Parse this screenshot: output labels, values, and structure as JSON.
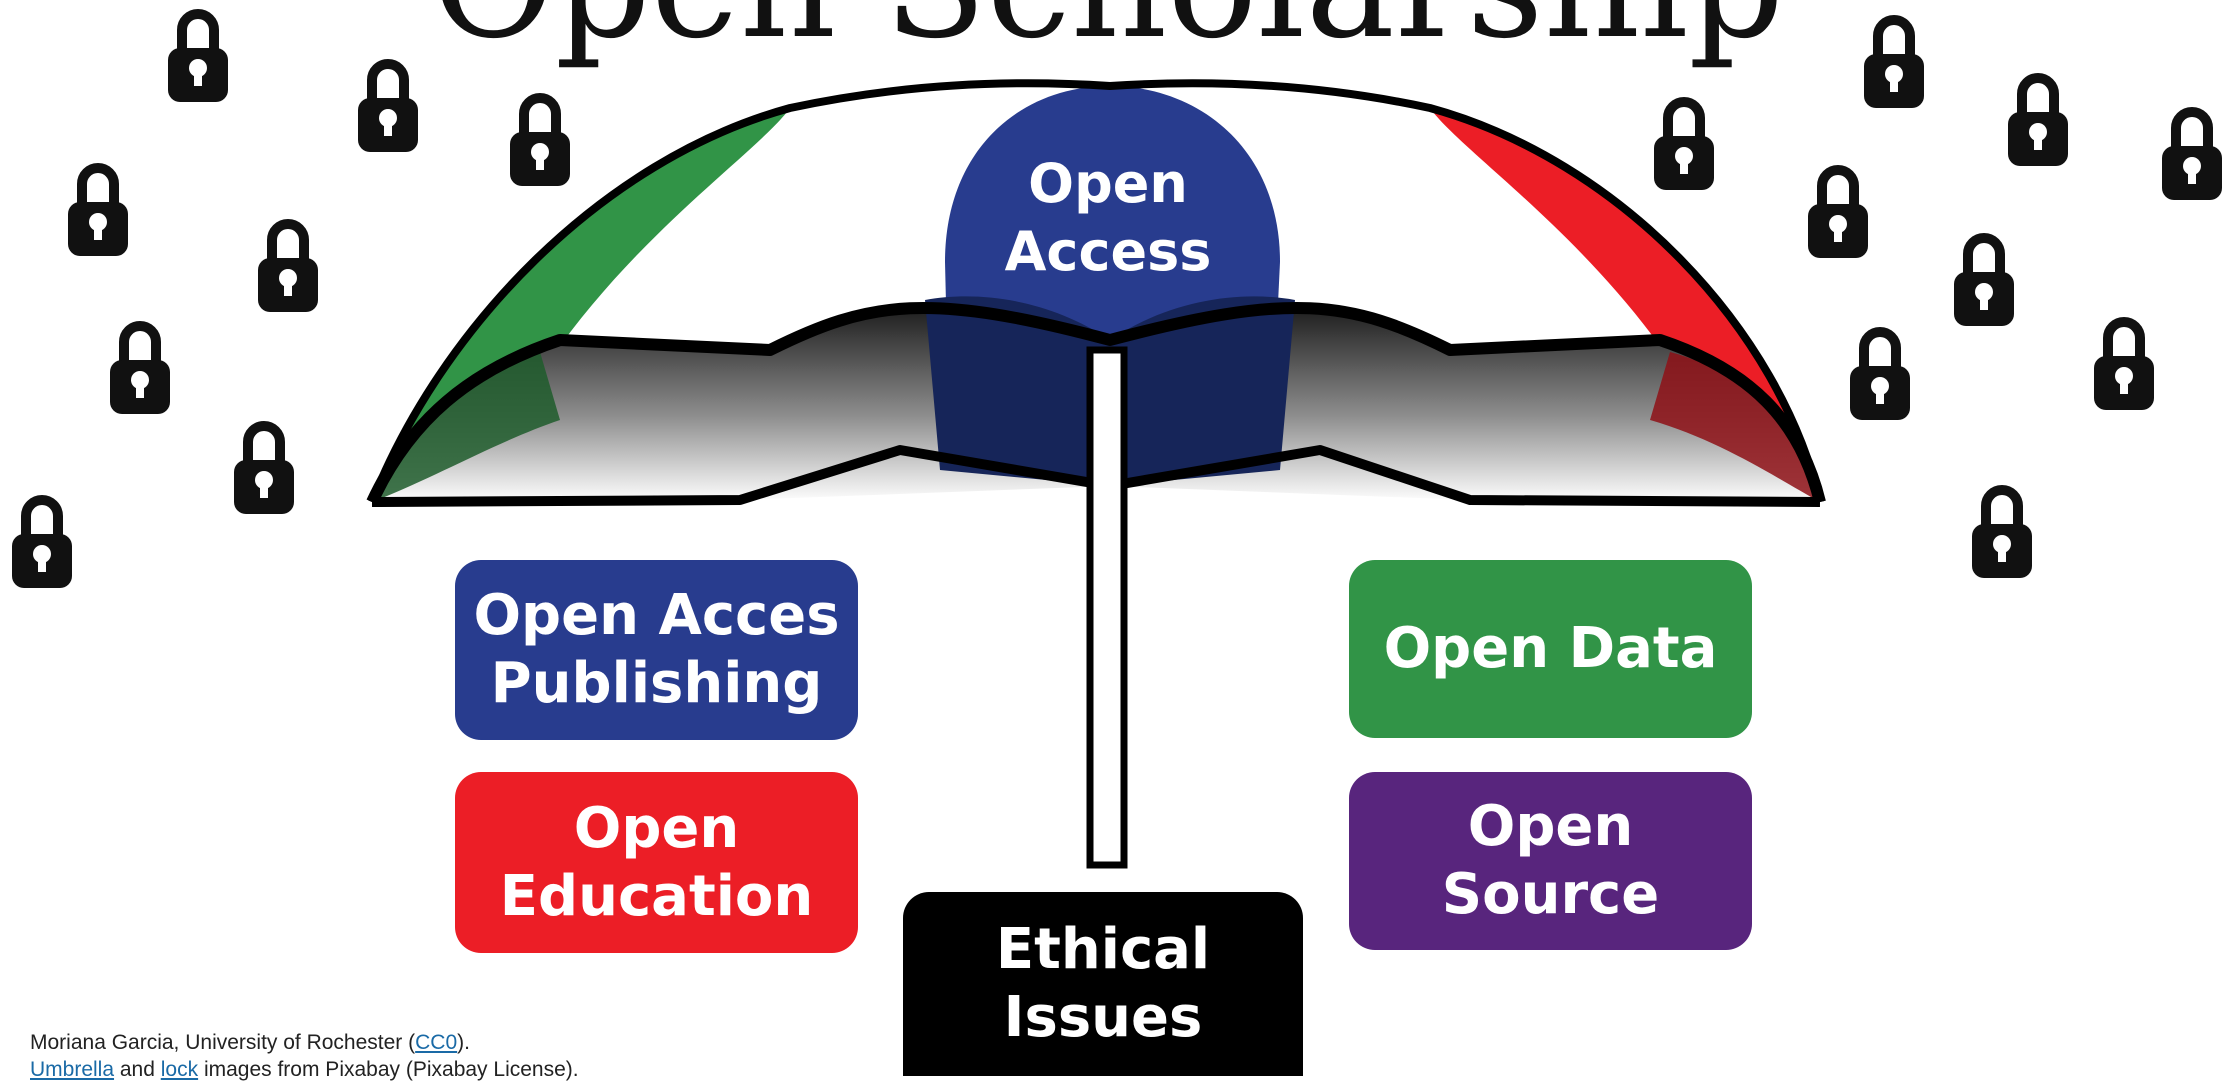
{
  "title": "Open Scholarship",
  "umbrella_center_label": [
    "Open",
    "Access"
  ],
  "boxes": {
    "oa_publishing": {
      "line1": "Open Acces",
      "line2": "Publishing",
      "color": "#283c8e"
    },
    "open_data": {
      "line1": "Open Data",
      "color": "#319447"
    },
    "open_education": {
      "line1": "Open",
      "line2": "Education",
      "color": "#ec1e26"
    },
    "open_source": {
      "line1": "Open",
      "line2": "Source",
      "color": "#58257d"
    },
    "ethical": {
      "line1": "Ethical",
      "line2": "Issues",
      "color": "#000000"
    }
  },
  "credits": {
    "line1_prefix": "Moriana Garcia, University of Rochester (",
    "line1_link": "CC0",
    "line1_suffix": ").",
    "line2_link1": "Umbrella",
    "line2_and": " and ",
    "line2_link2": "lock",
    "line2_rest": " images from Pixabay (Pixabay License)."
  },
  "colors": {
    "green": "#319447",
    "red": "#ec1e26",
    "blue": "#283c8e",
    "purple": "#58257d",
    "black": "#000000"
  },
  "icons": [
    "lock-icon",
    "umbrella-icon"
  ]
}
